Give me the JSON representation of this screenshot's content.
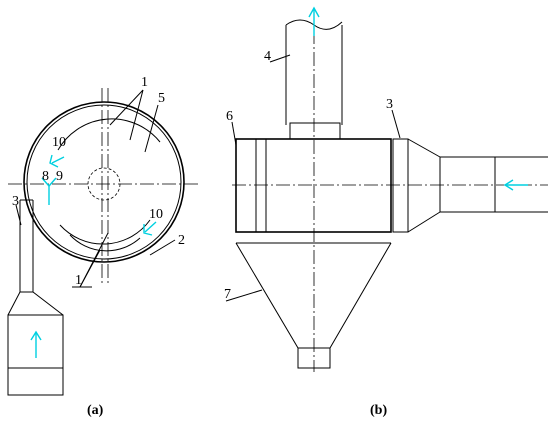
{
  "figure_a": {
    "caption": "(a)",
    "labels": {
      "l1_top": "1",
      "l5": "5",
      "l10_top": "10",
      "l8": "8",
      "l9": "9",
      "l3": "3",
      "l10_bottom": "10",
      "l2": "2",
      "l1_bottom": "1"
    }
  },
  "figure_b": {
    "caption": "(b)",
    "labels": {
      "l4": "4",
      "l3": "3",
      "l6": "6",
      "l7": "7"
    }
  },
  "colors": {
    "flow_arrow": "#00d0e0",
    "line": "#000000"
  }
}
